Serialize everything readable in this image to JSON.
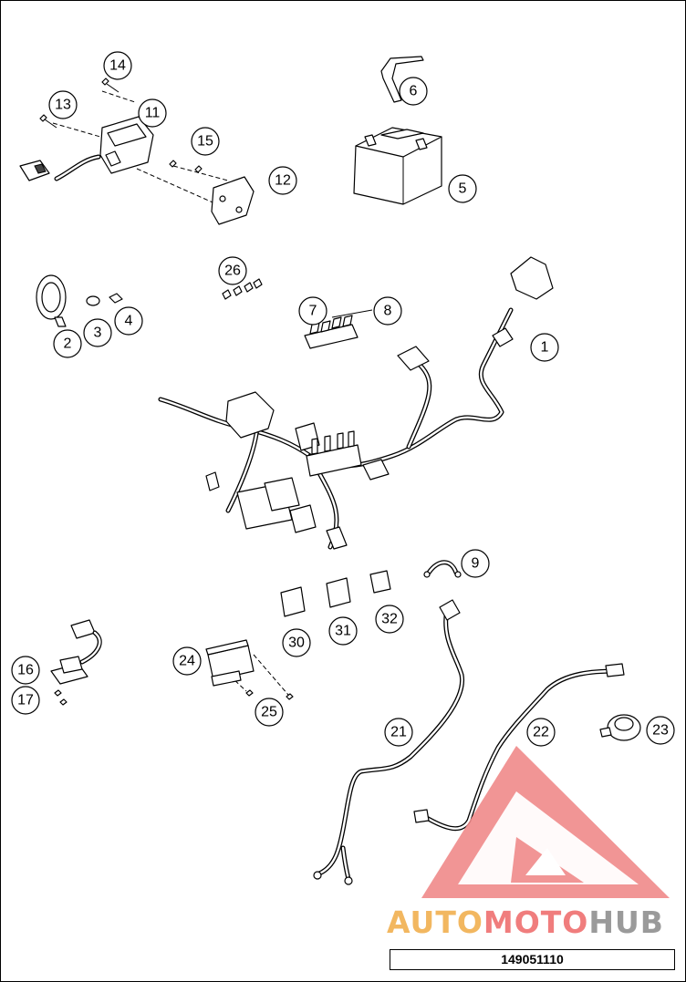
{
  "diagram": {
    "drawing_number": "149051110",
    "watermark": {
      "word_1": "AUTO",
      "word_2": "MOTO",
      "word_3": "HUB"
    },
    "callouts": [
      "1",
      "2",
      "3",
      "4",
      "5",
      "6",
      "7",
      "8",
      "9",
      "11",
      "12",
      "13",
      "14",
      "15",
      "16",
      "17",
      "21",
      "22",
      "23",
      "24",
      "25",
      "26",
      "30",
      "31",
      "32"
    ]
  }
}
